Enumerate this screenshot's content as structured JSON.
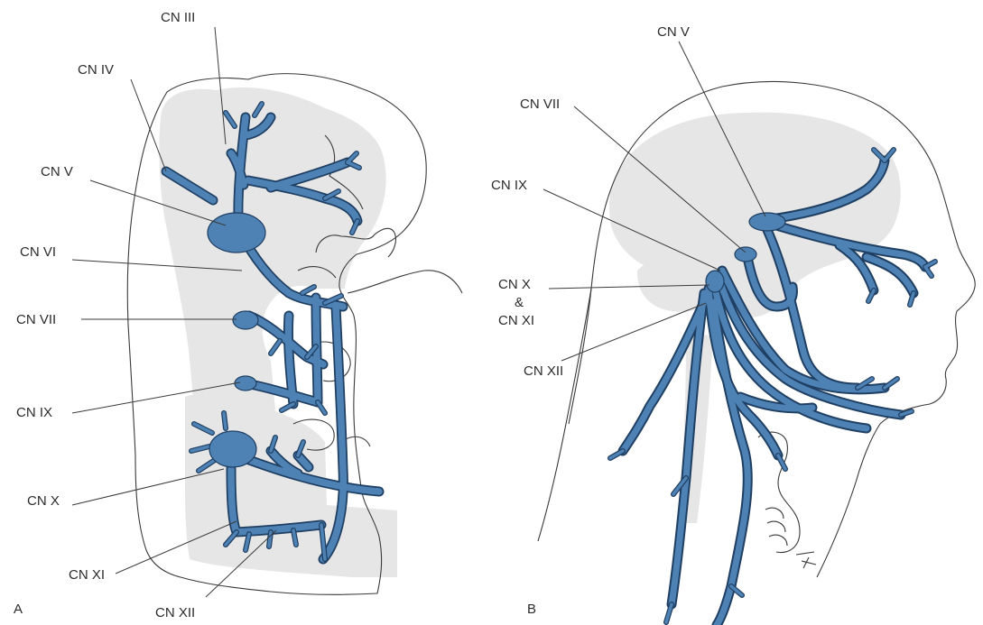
{
  "panel_a": {
    "panel_label": "A",
    "labels": {
      "cn3": "CN III",
      "cn4": "CN IV",
      "cn5": "CN V",
      "cn6": "CN VI",
      "cn7": "CN VII",
      "cn9": "CN IX",
      "cn10": "CN X",
      "cn11": "CN XI",
      "cn12": "CN XII"
    }
  },
  "panel_b": {
    "panel_label": "B",
    "labels": {
      "cn5": "CN V",
      "cn7": "CN VII",
      "cn9": "CN IX",
      "cn10": "CN X",
      "amp": "&",
      "cn11": "CN XI",
      "cn12": "CN XII"
    }
  },
  "colors": {
    "nerve": "#4e82b4",
    "nerve_edge": "#1f3f63",
    "shading": "#e6e6e6",
    "outline": "#3a3a3a"
  }
}
